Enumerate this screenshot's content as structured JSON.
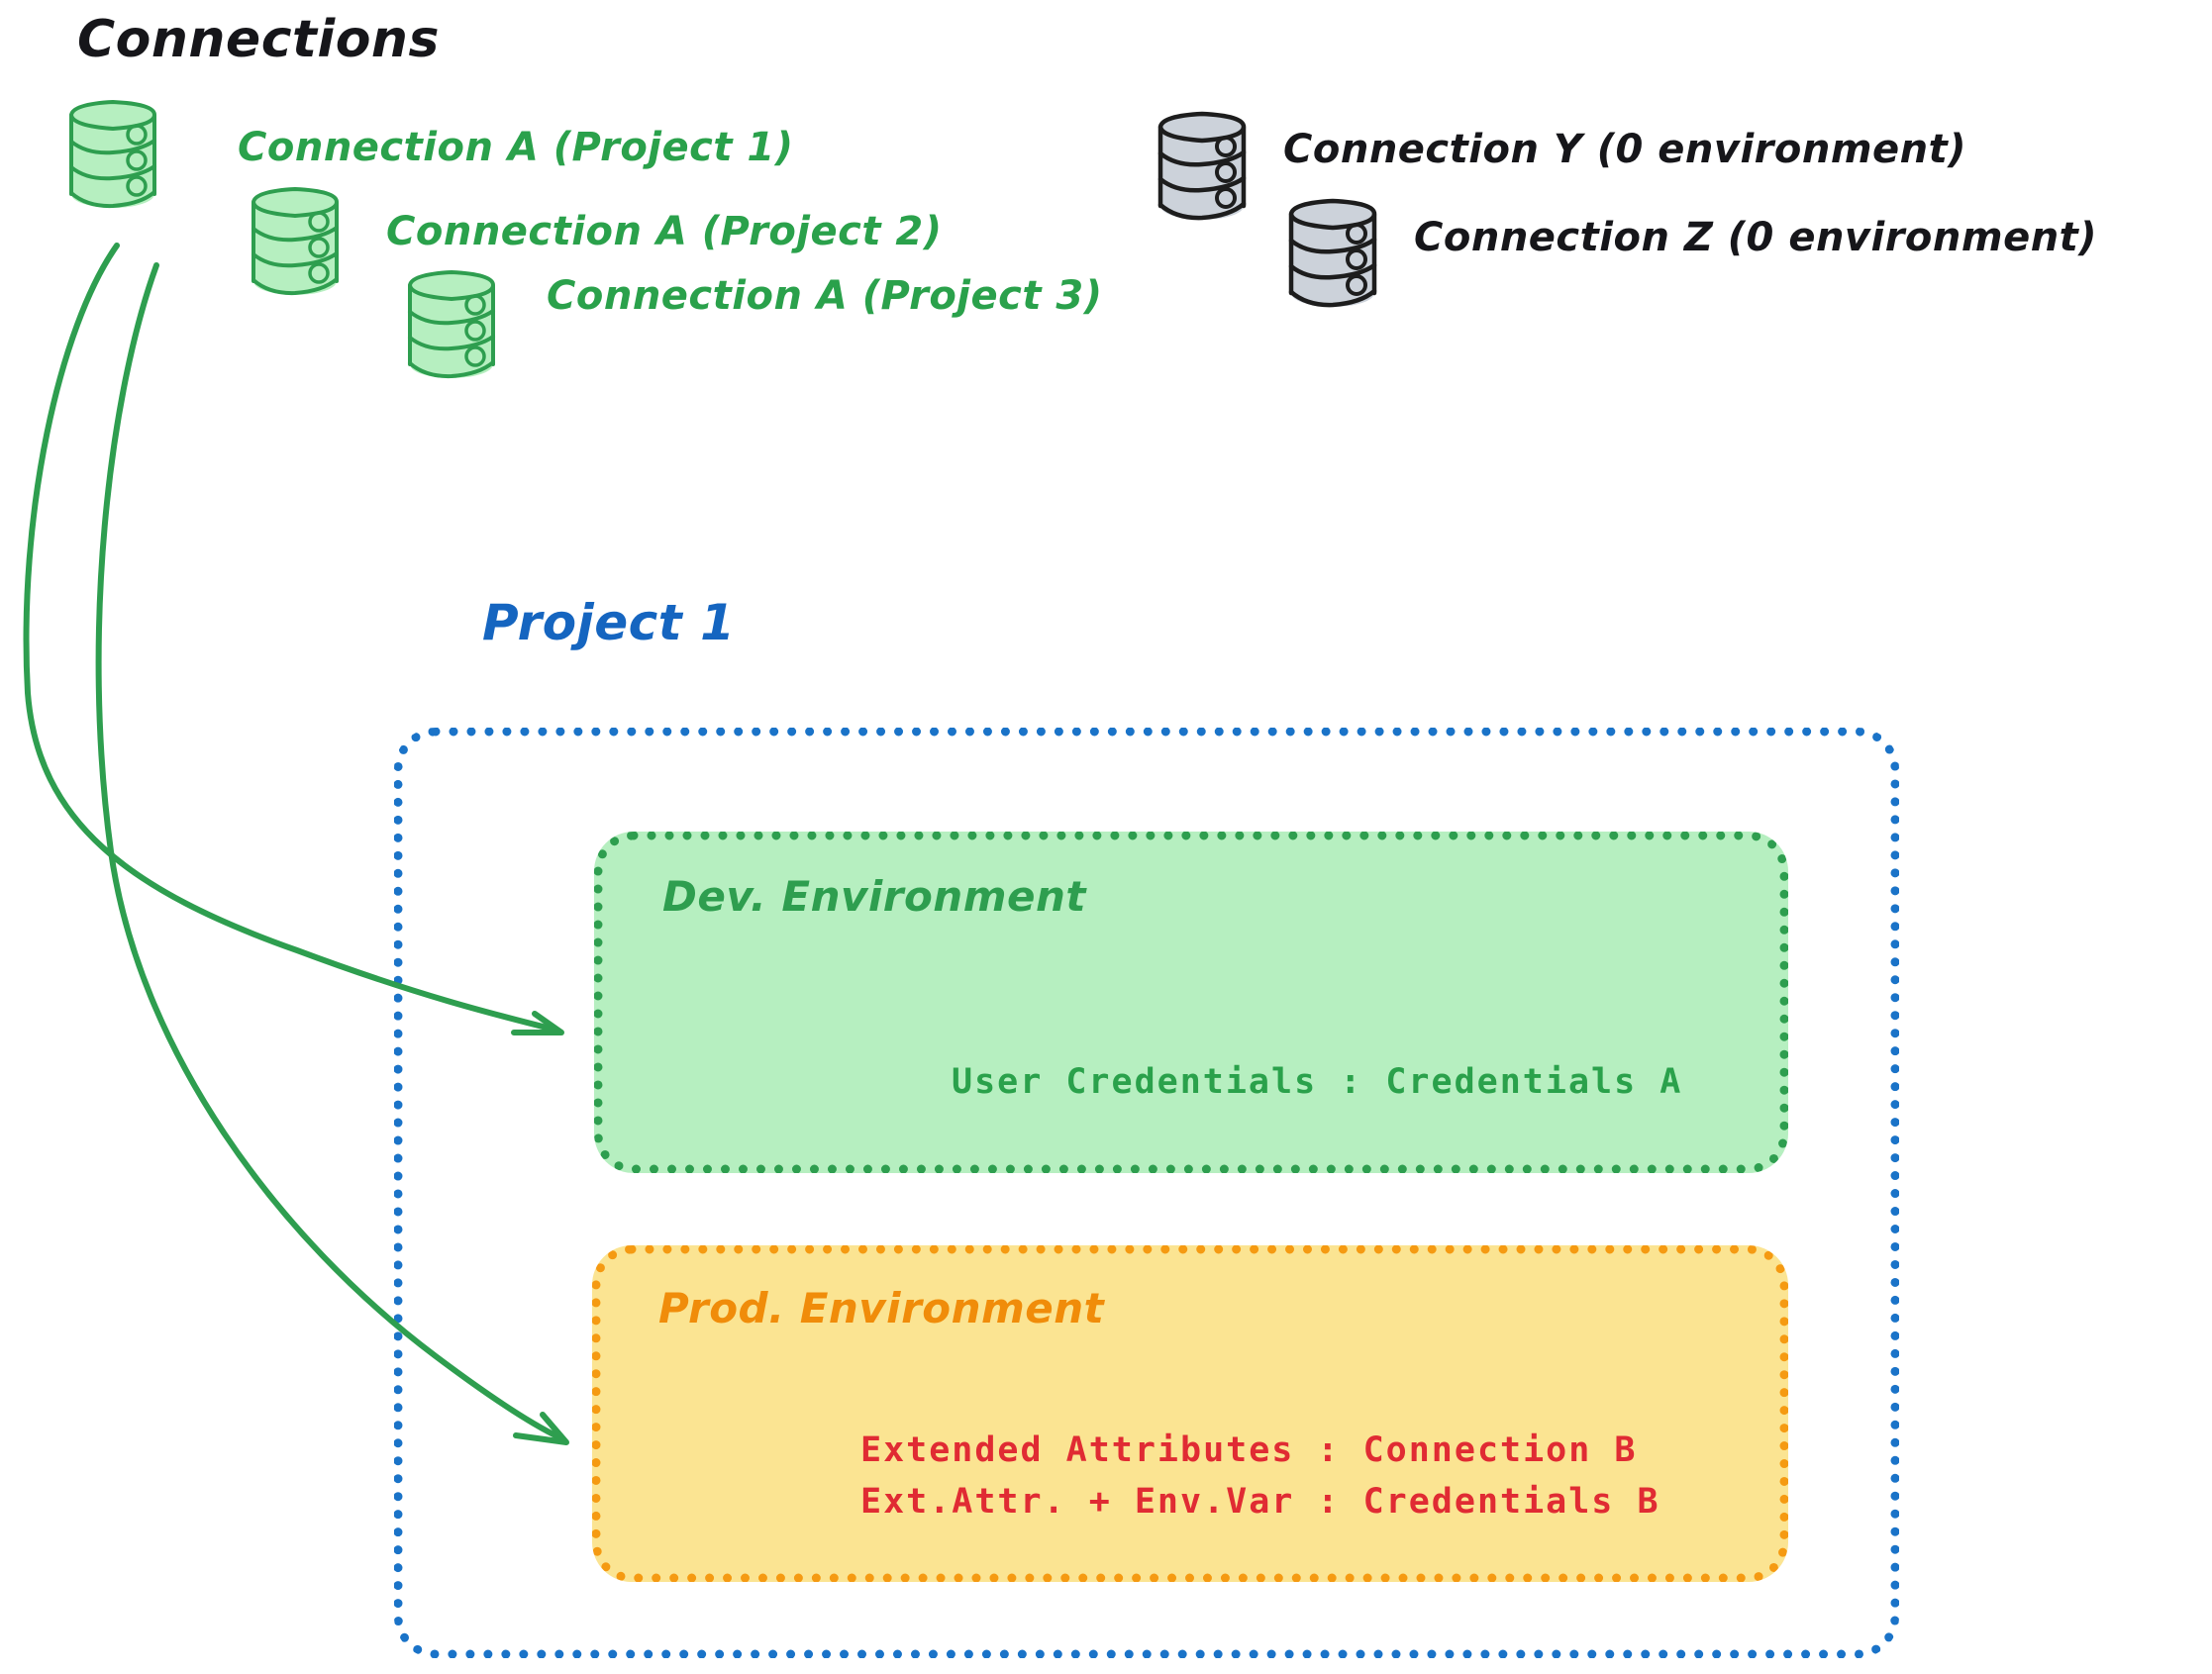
{
  "header": {
    "title": "Connections"
  },
  "connections": [
    {
      "id": "conn-a-p1",
      "label": "Connection A (Project 1)",
      "color": "#2aa14b",
      "kind": "green-database"
    },
    {
      "id": "conn-a-p2",
      "label": "Connection A (Project 2)",
      "color": "#2aa14b",
      "kind": "green-database"
    },
    {
      "id": "conn-a-p3",
      "label": "Connection A (Project 3)",
      "color": "#2aa14b",
      "kind": "green-database"
    },
    {
      "id": "conn-y",
      "label": "Connection Y (0 environment)",
      "color": "#16161a",
      "kind": "grey-database"
    },
    {
      "id": "conn-z",
      "label": "Connection Z (0 environment)",
      "color": "#16161a",
      "kind": "grey-database"
    }
  ],
  "project": {
    "title": "Project 1",
    "accent": "#1a73c8",
    "environments": [
      {
        "id": "dev",
        "title": "Dev. Environment",
        "fill": "#b6efc0",
        "border": "#2e9e4f",
        "title_color": "#2e9e4f",
        "lines": [
          {
            "text": "User Credentials : Credentials A",
            "color": "#2aa14b"
          }
        ]
      },
      {
        "id": "prod",
        "title": "Prod. Environment",
        "fill": "#fbe492",
        "border": "#f59a12",
        "title_color": "#f08c0a",
        "lines": [
          {
            "text": "Extended Attributes : Connection B",
            "color": "#e02b33"
          },
          {
            "text": "Ext.Attr. + Env.Var : Credentials B",
            "color": "#e02b33"
          }
        ]
      }
    ]
  },
  "arrows": [
    {
      "id": "arrow-conn-a-to-dev",
      "from": "conn-a-p1",
      "to": "dev",
      "color": "#2e9e4f"
    },
    {
      "id": "arrow-conn-a-to-prod",
      "from": "conn-a-p1",
      "to": "prod",
      "color": "#2e9e4f"
    }
  ],
  "colors": {
    "green_stroke": "#2e9e4f",
    "green_fill": "#b6efc0",
    "grey_stroke": "#1d1d1d",
    "grey_fill": "#ccd2da",
    "blue": "#1a73c8",
    "orange": "#f59a12",
    "red": "#e02b33",
    "ink": "#16161a"
  }
}
